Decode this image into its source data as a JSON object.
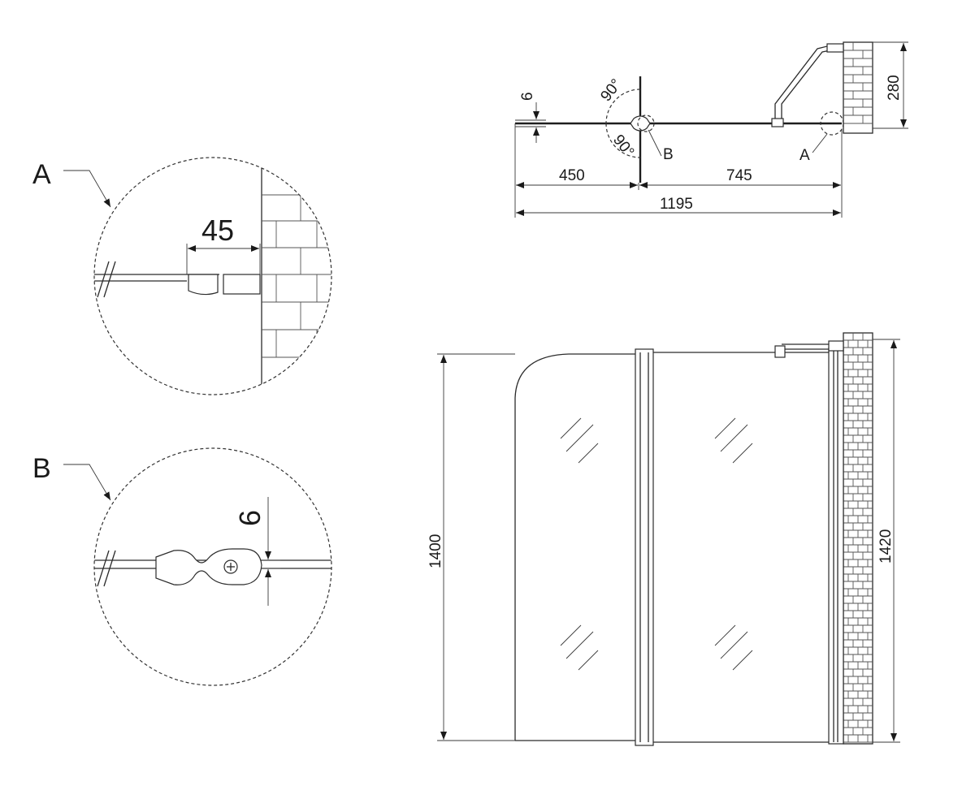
{
  "detail_a": {
    "label": "A",
    "dimension": "45"
  },
  "detail_b": {
    "label": "B",
    "dimension": "6"
  },
  "plan_view": {
    "glass_thickness": "6",
    "angle_upper": "90°",
    "angle_lower": "90°",
    "hinge_label": "B",
    "wall_label": "A",
    "dim_left": "450",
    "dim_right": "745",
    "dim_total": "1195",
    "dim_bracket": "280"
  },
  "front_view": {
    "height_glass": "1400",
    "height_wall": "1420"
  }
}
